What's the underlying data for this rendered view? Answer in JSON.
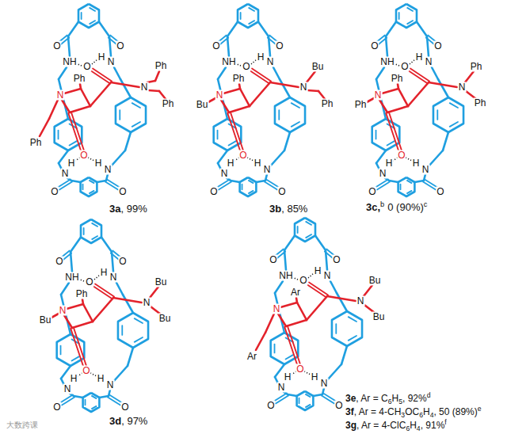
{
  "diagram": {
    "labels": [
      "O",
      "O",
      "NH",
      "O",
      "H",
      "N",
      "Ph",
      "N",
      "N",
      "Ph",
      "Ph",
      "Ph",
      "O",
      "H",
      "N",
      "H",
      "N",
      "O",
      "O",
      "3a",
      ", 99%",
      "O",
      "O",
      "NH",
      "O",
      "H",
      "N",
      "Ph",
      "N",
      "N",
      "Bu",
      "Bu",
      "Ph",
      "O",
      "H",
      "N",
      "H",
      "N",
      "O",
      "O",
      "3b",
      ", 85%",
      "O",
      "O",
      "NH",
      "O",
      "H",
      "N",
      "Ph",
      "N",
      "N",
      "Ph",
      "Ph",
      "Ph",
      "O",
      "H",
      "N",
      "H",
      "N",
      "O",
      "O",
      "3c,",
      "b",
      "0 (90%)",
      "c",
      "O",
      "O",
      "NH",
      "O",
      "H",
      "N",
      "Ph",
      "N",
      "N",
      "Bu",
      "Bu",
      "Bu",
      "O",
      "H",
      "N",
      "H",
      "N",
      "O",
      "O",
      "3d",
      ", 97%",
      "O",
      "O",
      "NH",
      "O",
      "H",
      "N",
      "Ar",
      "N",
      "N",
      "Ar",
      "Bu",
      "Bu",
      "O",
      "H",
      "N",
      "H",
      "N",
      "O",
      "O",
      "3e",
      ", Ar = C",
      "6",
      "H",
      "5",
      ", 92%",
      "d",
      "3f",
      ", Ar = 4-CH",
      "3",
      "OC",
      "6",
      "H",
      "4",
      ", 50 (89%)",
      "e",
      "3g",
      ", Ar = 4-ClC",
      "6",
      "H",
      "4",
      ", 91%",
      "f",
      "大数跨课"
    ]
  }
}
